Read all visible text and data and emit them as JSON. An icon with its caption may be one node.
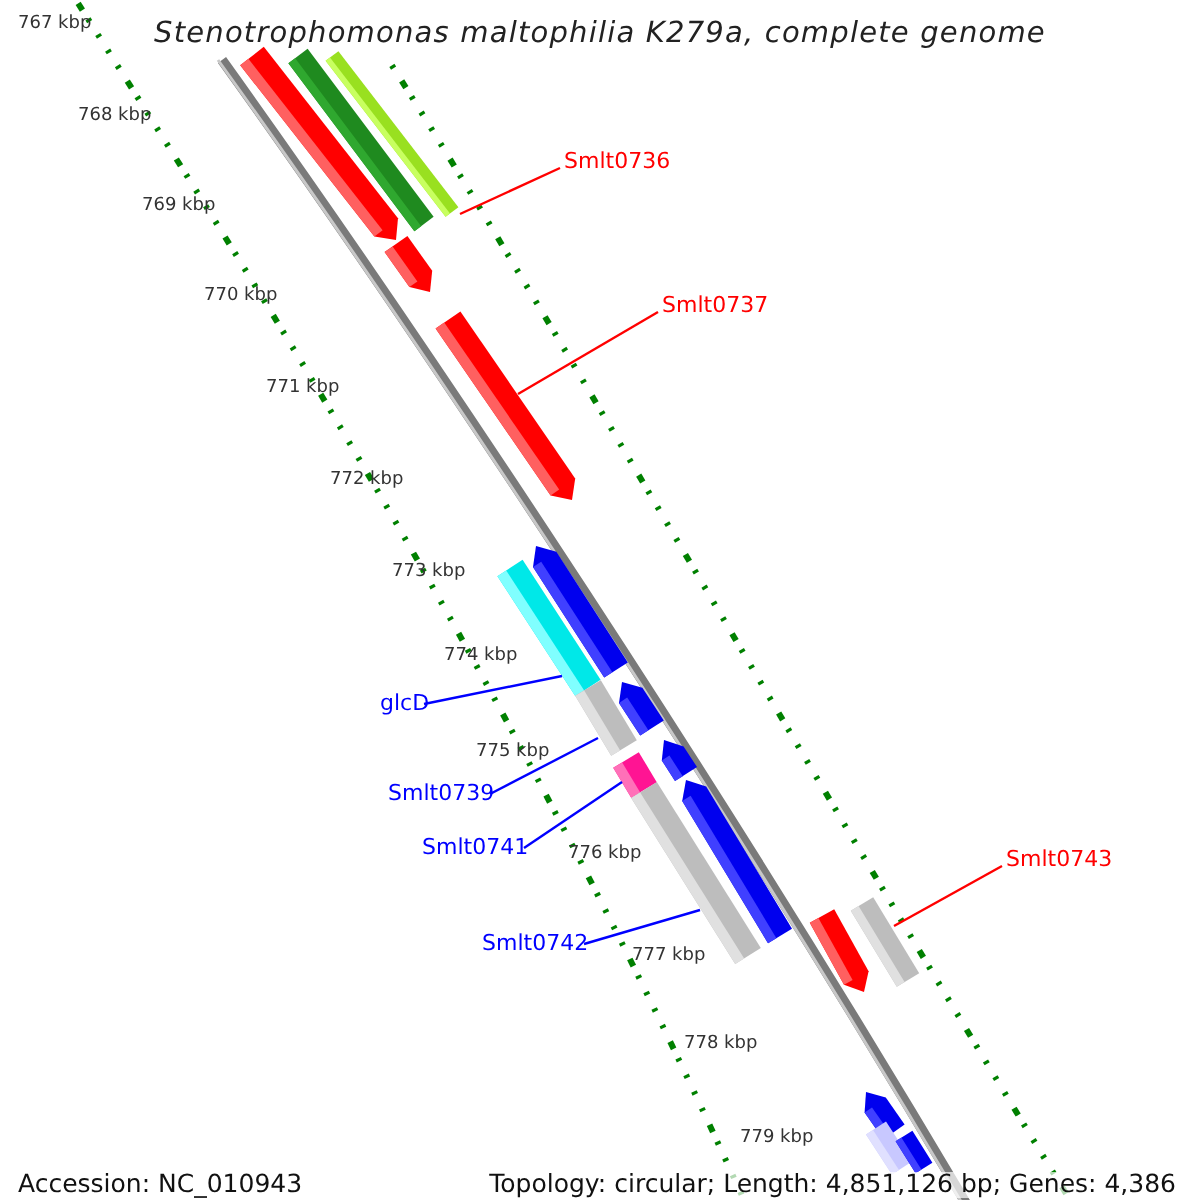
{
  "diagram": {
    "title": "Stenotrophomonas maltophilia K279a, complete genome",
    "nodes": [
      {
        "text": [
          "Smlt0736"
        ]
      },
      {
        "text": [
          "Smlt0737"
        ]
      },
      {
        "text": [
          "glcD"
        ]
      },
      {
        "text": [
          "Smlt0739"
        ]
      },
      {
        "text": [
          "Smlt0741"
        ]
      },
      {
        "text": [
          "Smlt0742"
        ]
      },
      {
        "text": [
          "Smlt0743"
        ]
      },
      {
        "text": [],
        "shape": "box"
      },
      {
        "text": [],
        "shape": "box"
      },
      {
        "text": [],
        "shape": "arrow"
      },
      {
        "text": [],
        "shape": "arrow"
      },
      {
        "text": [],
        "shape": "arrow"
      },
      {
        "text": [],
        "shape": "box"
      },
      {
        "text": [],
        "shape": "box"
      },
      {
        "text": [],
        "shape": "arrow"
      },
      {
        "text": [],
        "shape": "arrow"
      },
      {
        "text": [],
        "shape": "box"
      },
      {
        "text": [],
        "shape": "box"
      },
      {
        "text": [],
        "shape": "arrow"
      },
      {
        "text": [],
        "shape": "arrow"
      },
      {
        "text": [],
        "shape": "arrow"
      },
      {
        "text": [],
        "shape": "box"
      },
      {
        "text": [],
        "shape": "arrow"
      },
      {
        "text": [],
        "shape": "box"
      },
      {
        "text": [],
        "shape": "box"
      }
    ],
    "edges": [
      {
        "from": 0,
        "to": 8,
        "arrow": "none",
        "color": "#ff0000"
      },
      {
        "from": 1,
        "to": 11,
        "arrow": "none",
        "color": "#ff0000"
      },
      {
        "from": 2,
        "to": 12,
        "arrow": "none"
      },
      {
        "from": 3,
        "to": 13,
        "arrow": "none"
      },
      {
        "from": 4,
        "to": 16,
        "arrow": "none"
      },
      {
        "from": 5,
        "to": 17,
        "arrow": "none"
      },
      {
        "from": 6,
        "to": 21,
        "arrow": "none",
        "color": "#ff0000"
      }
    ],
    "labels": [
      "767 kbp",
      "768 kbp",
      "769 kbp",
      "770 kbp",
      "771 kbp",
      "772 kbp",
      "773 kbp",
      "774 kbp",
      "775 kbp",
      "776 kbp",
      "777 kbp",
      "778 kbp",
      "779 kbp",
      "Accession: NC_010943",
      "Topology: circular; Length: 4,851,126 bp; Genes: 4,386"
    ]
  }
}
